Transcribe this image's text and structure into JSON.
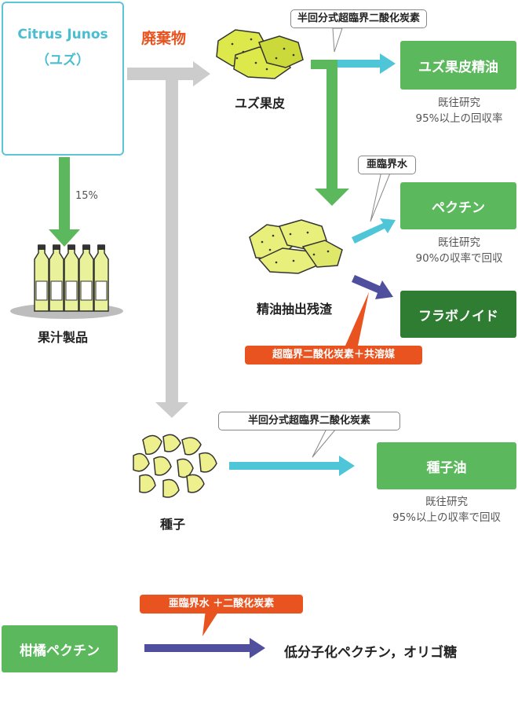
{
  "source": {
    "name": "Citrus Junos",
    "name_jp": "（ユズ）"
  },
  "juice": {
    "percent": "15%",
    "label": "果汁製品"
  },
  "waste_label": "廃棄物",
  "peel": {
    "label": "ユズ果皮",
    "method": "半回分式超臨界二酸化炭素",
    "product": "ユズ果皮精油",
    "note1": "既往研究",
    "note2": "95%以上の回収率"
  },
  "residue": {
    "label": "精油抽出残渣",
    "method_subcritical": "亜臨界水",
    "pectin": "ペクチン",
    "pectin_note1": "既往研究",
    "pectin_note2": "90%の収率で回収",
    "flavonoid": "フラボノイド",
    "flavonoid_method": "超臨界二酸化炭素＋共溶媒"
  },
  "seed": {
    "label": "種子",
    "method": "半回分式超臨界二酸化炭素",
    "product": "種子油",
    "note1": "既往研究",
    "note2": "95%以上の収率で回収"
  },
  "citrus_pectin": {
    "label": "柑橘ペクチン",
    "method": "亜臨界水 ＋二酸化炭素",
    "result": "低分子化ペクチン，オリゴ糖"
  },
  "colors": {
    "green": "#5cb85c",
    "dark_green": "#2f7d32",
    "cyan": "#4fc6d8",
    "navy": "#4f4f9e",
    "gray": "#cccccc",
    "orange": "#e8531f"
  }
}
